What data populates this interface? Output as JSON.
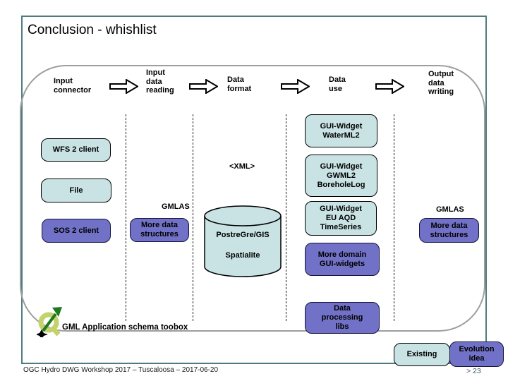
{
  "slide": {
    "title": "Conclusion - whishlist",
    "footer": "OGC Hydro DWG Workshop 2017 –  Tuscaloosa – 2017-06-20",
    "page_number": "> 23"
  },
  "flow": {
    "steps": [
      "Input\nconnector",
      "Input\ndata\nreading",
      "Data\nformat",
      "Data\nuse",
      "Output\ndata\nwriting"
    ]
  },
  "boxes": {
    "wfs2_client": "WFS 2 client",
    "file": "File",
    "sos2_client": "SOS 2 client",
    "more_data_left": "More data\nstructures",
    "gui_waterml2": "GUI-Widget\nWaterML2",
    "gui_gwml2": "GUI-Widget\nGWML2\nBoreholeLog",
    "gui_eu_aqd": "GUI-Widget\nEU AQD\nTimeSeries",
    "more_domain": "More domain\nGUI-widgets",
    "data_processing": "Data\nprocessing\nlibs",
    "more_data_right": "More data\nstructures",
    "existing": "Existing",
    "evolution_idea": "Evolution\nidea"
  },
  "labels": {
    "xml": "<XML>",
    "gmlas_left": "GMLAS",
    "gmlas_right": "GMLAS",
    "db_name": "PostreGre/GIS",
    "db_engine": "Spatialite",
    "toolbox": "GML Application schema toobox"
  },
  "colors": {
    "box_blue": "#c9e3e4",
    "box_purple": "#7171c7",
    "frame_border": "#4e7c7e",
    "panel_border": "#9e9e9e"
  }
}
